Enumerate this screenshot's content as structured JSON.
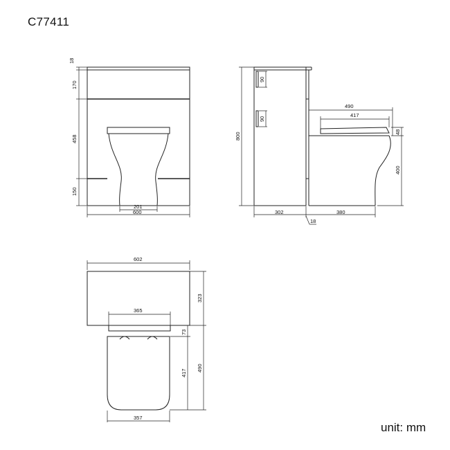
{
  "header": {
    "model_code": "C77411"
  },
  "footer": {
    "unit_note": "unit: mm"
  },
  "front_view": {
    "dims": {
      "top": "18",
      "upper": "170",
      "middle": "458",
      "lower": "150",
      "pan_width": "201",
      "total_width": "600"
    }
  },
  "side_view": {
    "dims": {
      "height": "800",
      "cab_depth": "302",
      "pan_depth": "380",
      "panel": "18",
      "projection": "490",
      "seat": "417",
      "seat_height": "400",
      "seat_thick": "48",
      "upper_handle": "90",
      "mid_handle": "90"
    }
  },
  "plan_view": {
    "dims": {
      "width": "602",
      "cab_depth": "323",
      "total_depth": "490",
      "pan_width": "365",
      "gap": "73",
      "seat_len": "417",
      "seat_width": "357"
    }
  }
}
